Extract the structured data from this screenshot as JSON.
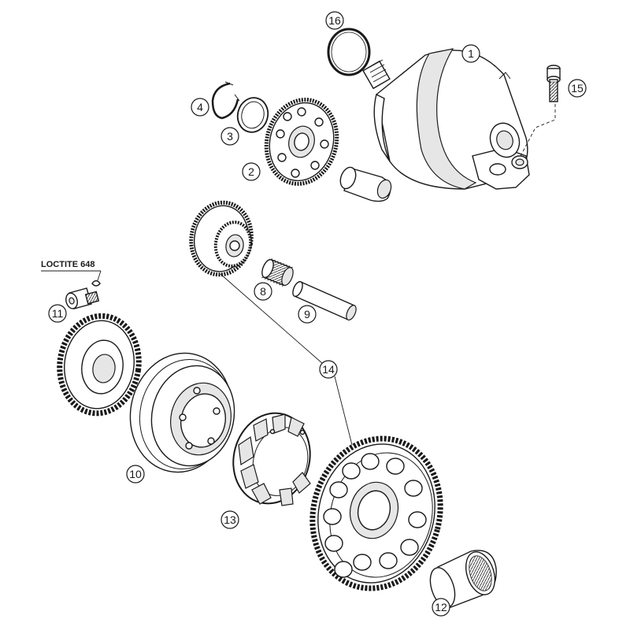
{
  "note": {
    "text": "LOCTITE 648"
  },
  "callouts": [
    {
      "number": "1"
    },
    {
      "number": "2"
    },
    {
      "number": "3"
    },
    {
      "number": "4"
    },
    {
      "number": "8"
    },
    {
      "number": "9"
    },
    {
      "number": "10"
    },
    {
      "number": "11"
    },
    {
      "number": "12"
    },
    {
      "number": "13"
    },
    {
      "number": "14"
    },
    {
      "number": "15"
    },
    {
      "number": "16"
    }
  ]
}
